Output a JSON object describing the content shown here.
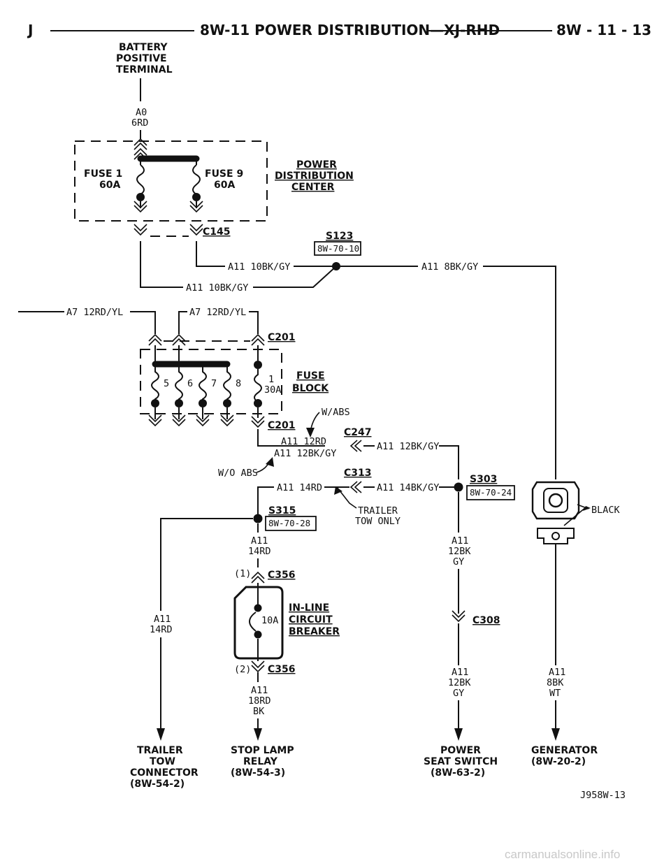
{
  "header": {
    "left": "J",
    "title": "8W-11 POWER DISTRIBUTION—XJ-RHD",
    "page": "8W - 11 - 13"
  },
  "source": {
    "line1": "BATTERY",
    "line2": "POSITIVE",
    "line3": "TERMINAL"
  },
  "wires": {
    "a0_line1": "A0",
    "a0_line2": "6RD",
    "a11_10bkgy_top": "A11 10BK/GY",
    "a11_10bkgy_bottom": "A11 10BK/GY",
    "a11_8bkgy": "A11 8BK/GY",
    "a7_left": "A7 12RD/YL",
    "a7_right": "A7 12RD/YL",
    "a11_12rd": "A11 12RD",
    "a11_12bkgy_a": "A11 12BK/GY",
    "a11_12bkgy_b": "A11 12BK/GY",
    "a11_14rd": "A11 14RD",
    "a11_14bkgy": "A11 14BK/GY",
    "wabs": "W/ABS",
    "woabs": "W/O ABS",
    "trailer_only_1": "TRAILER",
    "trailer_only_2": "TOW ONLY",
    "left_col_1": "A11",
    "left_col_2": "14RD",
    "mid_col_1": "A11",
    "mid_col_2": "14RD",
    "mid_low_1": "A11",
    "mid_low_2": "18RD",
    "mid_low_3": "BK",
    "right_col_1": "A11",
    "right_col_2": "12BK",
    "right_col_3": "GY",
    "right_low_1": "A11",
    "right_low_2": "12BK",
    "right_low_3": "GY",
    "far_right_1": "A11",
    "far_right_2": "8BK",
    "far_right_3": "WT",
    "black": "BLACK"
  },
  "pdc": {
    "title1": "POWER",
    "title2": "DISTRIBUTION",
    "title3": "CENTER",
    "fuse1_a": "FUSE 1",
    "fuse1_b": "60A",
    "fuse9_a": "FUSE 9",
    "fuse9_b": "60A"
  },
  "fuse_block": {
    "title1": "FUSE",
    "title2": "BLOCK",
    "f5": "5",
    "f6": "6",
    "f7": "7",
    "f8": "8",
    "f1": "1",
    "f1_amp": "30A"
  },
  "connectors": {
    "c145": "C145",
    "c201_top": "C201",
    "c201_bottom": "C201",
    "c247": "C247",
    "c313": "C313",
    "c356_top": "C356",
    "c356_bottom": "C356",
    "c356_pin1": "(1)",
    "c356_pin2": "(2)",
    "c308": "C308"
  },
  "splices": {
    "s123": "S123",
    "s123_ref": "8W-70-10",
    "s303": "S303",
    "s303_ref": "8W-70-24",
    "s315": "S315",
    "s315_ref": "8W-70-28"
  },
  "breaker": {
    "title1": "IN-LINE",
    "title2": "CIRCUIT",
    "title3": "BREAKER",
    "amp": "10A"
  },
  "destinations": {
    "trailer_1": "TRAILER",
    "trailer_2": "TOW",
    "trailer_3": "CONNECTOR",
    "trailer_4": "(8W-54-2)",
    "stop_1": "STOP LAMP",
    "stop_2": "RELAY",
    "stop_3": "(8W-54-3)",
    "seat_1": "POWER",
    "seat_2": "SEAT SWITCH",
    "seat_3": "(8W-63-2)",
    "gen_1": "GENERATOR",
    "gen_2": "(8W-20-2)"
  },
  "footer": {
    "figure_id": "J958W-13",
    "watermark": "carmanualsonline.info"
  }
}
